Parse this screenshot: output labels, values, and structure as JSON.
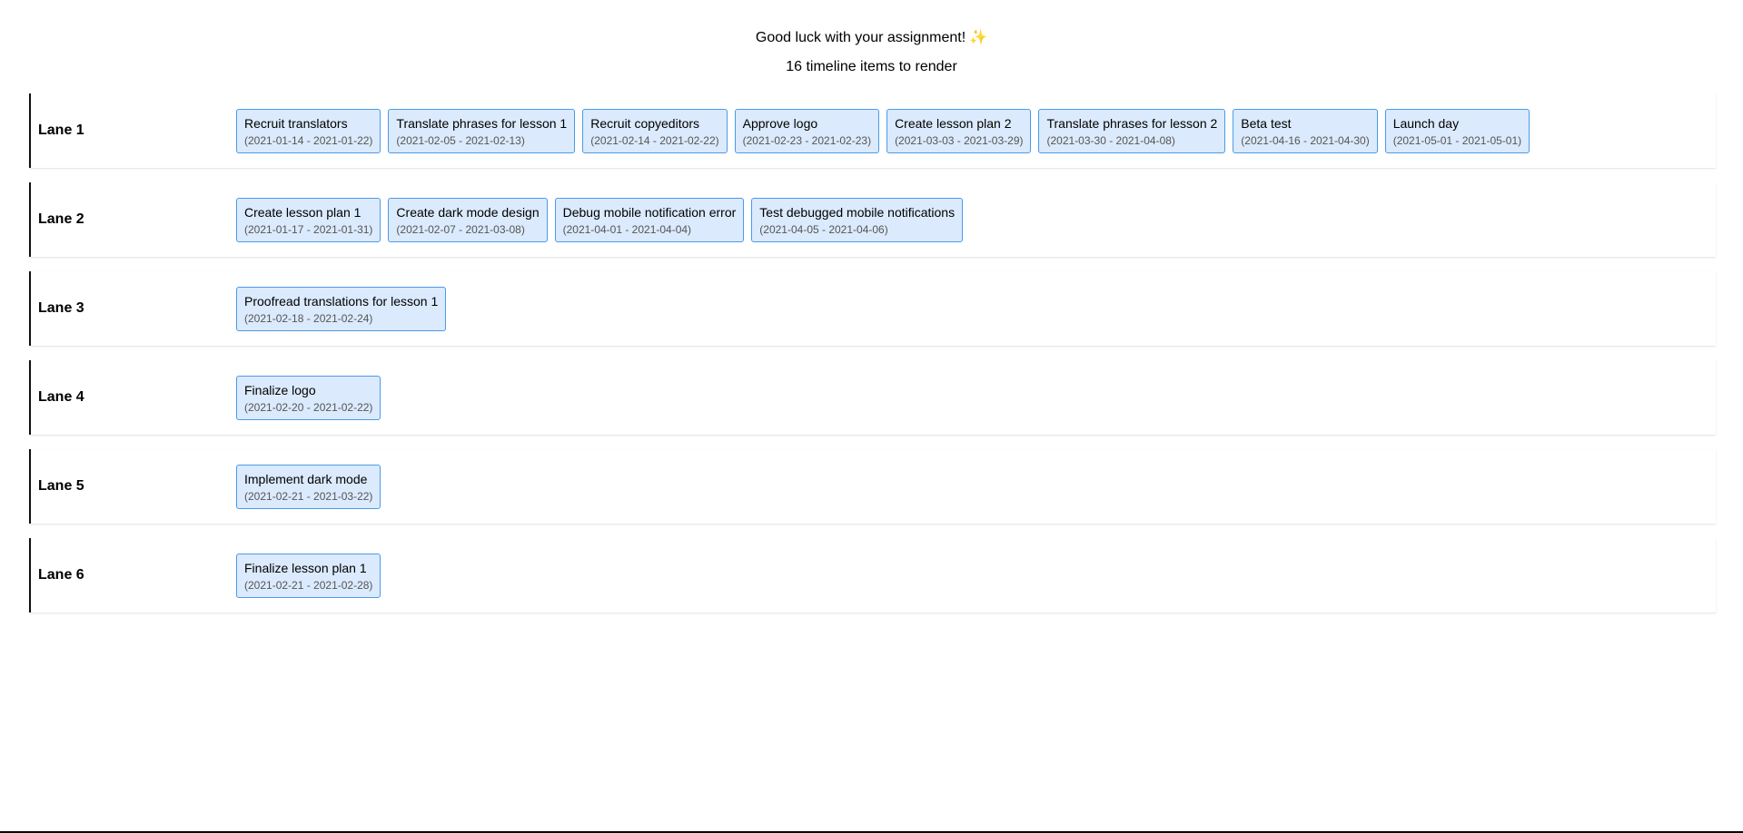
{
  "header": {
    "greeting": "Good luck with your assignment!",
    "sparkle_icon": "sparkle-icon",
    "sparkle_glyph": "✨",
    "count_text": "16 timeline items to render"
  },
  "lanes": [
    {
      "label": "Lane 1",
      "items": [
        {
          "title": "Recruit translators",
          "dates": "(2021-01-14 - 2021-01-22)"
        },
        {
          "title": "Translate phrases for lesson 1",
          "dates": "(2021-02-05 - 2021-02-13)"
        },
        {
          "title": "Recruit copyeditors",
          "dates": "(2021-02-14 - 2021-02-22)"
        },
        {
          "title": "Approve logo",
          "dates": "(2021-02-23 - 2021-02-23)"
        },
        {
          "title": "Create lesson plan 2",
          "dates": "(2021-03-03 - 2021-03-29)"
        },
        {
          "title": "Translate phrases for lesson 2",
          "dates": "(2021-03-30 - 2021-04-08)"
        },
        {
          "title": "Beta test",
          "dates": "(2021-04-16 - 2021-04-30)"
        },
        {
          "title": "Launch day",
          "dates": "(2021-05-01 - 2021-05-01)"
        }
      ]
    },
    {
      "label": "Lane 2",
      "items": [
        {
          "title": "Create lesson plan 1",
          "dates": "(2021-01-17 - 2021-01-31)"
        },
        {
          "title": "Create dark mode design",
          "dates": "(2021-02-07 - 2021-03-08)"
        },
        {
          "title": "Debug mobile notification error",
          "dates": "(2021-04-01 - 2021-04-04)"
        },
        {
          "title": "Test debugged mobile notifications",
          "dates": "(2021-04-05 - 2021-04-06)"
        }
      ]
    },
    {
      "label": "Lane 3",
      "items": [
        {
          "title": "Proofread translations for lesson 1",
          "dates": "(2021-02-18 - 2021-02-24)"
        }
      ]
    },
    {
      "label": "Lane 4",
      "items": [
        {
          "title": "Finalize logo",
          "dates": "(2021-02-20 - 2021-02-22)"
        }
      ]
    },
    {
      "label": "Lane 5",
      "items": [
        {
          "title": "Implement dark mode",
          "dates": "(2021-02-21 - 2021-03-22)"
        }
      ]
    },
    {
      "label": "Lane 6",
      "items": [
        {
          "title": "Finalize lesson plan 1",
          "dates": "(2021-02-21 - 2021-02-28)"
        }
      ]
    }
  ],
  "colors": {
    "item_border": "#4a9be8",
    "item_background": "#dbeafc",
    "lane_border": "#111111",
    "date_text": "#555555",
    "sparkle": "#f2a23a"
  }
}
